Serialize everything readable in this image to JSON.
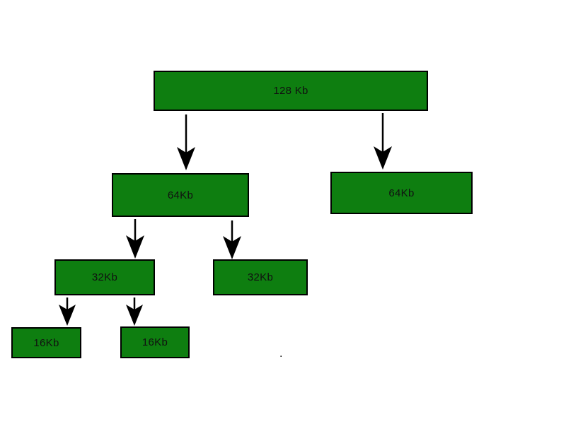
{
  "diagram": {
    "background": "#ffffff",
    "node_fill": "#0e7e10",
    "node_border": "#000000",
    "arrow_color": "#000000",
    "nodes": [
      {
        "id": "block-128kb",
        "label": "128 Kb"
      },
      {
        "id": "block-64kb-left",
        "label": "64Kb"
      },
      {
        "id": "block-64kb-right",
        "label": "64Kb"
      },
      {
        "id": "block-32kb-left",
        "label": "32Kb"
      },
      {
        "id": "block-32kb-right",
        "label": "32Kb"
      },
      {
        "id": "block-16kb-left",
        "label": "16Kb"
      },
      {
        "id": "block-16kb-right",
        "label": "16Kb"
      }
    ],
    "edges": [
      {
        "from": "block-128kb",
        "to": "block-64kb-left"
      },
      {
        "from": "block-128kb",
        "to": "block-64kb-right"
      },
      {
        "from": "block-64kb-left",
        "to": "block-32kb-left"
      },
      {
        "from": "block-64kb-left",
        "to": "block-32kb-right"
      },
      {
        "from": "block-32kb-left",
        "to": "block-16kb-left"
      },
      {
        "from": "block-32kb-left",
        "to": "block-16kb-right"
      }
    ],
    "stray_mark": "."
  }
}
